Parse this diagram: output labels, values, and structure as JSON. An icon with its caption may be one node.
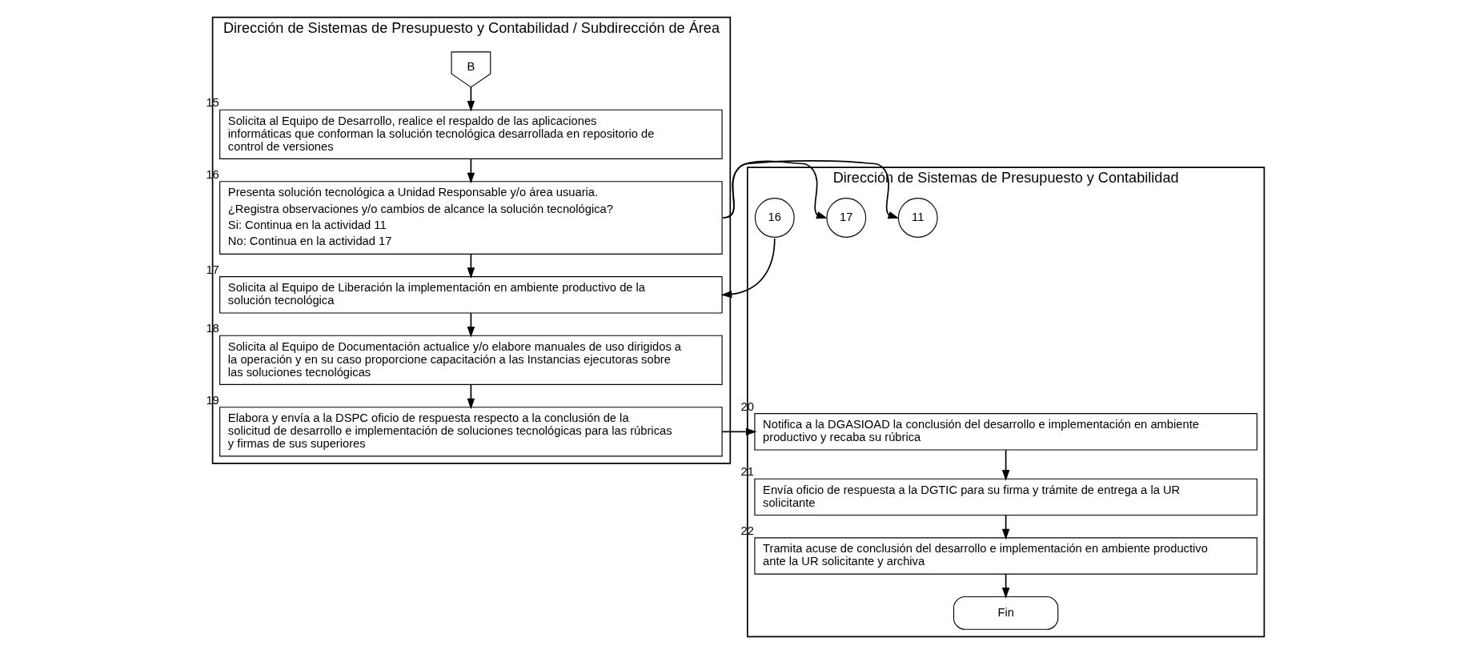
{
  "diagram": {
    "nodes": [
      {
        "text": [
          "Dirección de Sistemas de Presupuesto y Contabilidad / Subdirección de Área"
        ]
      },
      {
        "text": [
          "B"
        ],
        "in": 0
      },
      {
        "text": [
          "Solicita al Equipo de Desarrollo, realice el respaldo de las aplicaciones informáticas que conforman la solución tecnológica desarrollada en repositorio de control de versiones"
        ],
        "beside": [
          "15"
        ],
        "in": 0
      },
      {
        "text": [
          "Presenta solución tecnológica a Unidad Responsable y/o área usuaria.",
          "¿Registra observaciones y/o cambios de alcance la solución tecnológica?",
          "Si: Continua en la actividad 11",
          "No: Continua en la actividad 17"
        ],
        "beside": [
          "16"
        ],
        "in": 0
      },
      {
        "text": [
          "Solicita al Equipo de Liberación la implementación en ambiente productivo de la solución tecnológica"
        ],
        "beside": [
          "17"
        ],
        "in": 0
      },
      {
        "text": [
          "Solicita al Equipo de Documentación actualice y/o elabore manuales de uso dirigidos a la operación y en su caso proporcione capacitación a las Instancias ejecutoras sobre las soluciones tecnológicas"
        ],
        "beside": [
          "18"
        ],
        "in": 0
      },
      {
        "text": [
          "Elabora y envía a la DSPC oficio de respuesta respecto a la conclusión de la solicitud de desarrollo e implementación de soluciones tecnológicas para las rúbricas y firmas de sus superiores"
        ],
        "beside": [
          "19"
        ],
        "in": 0
      },
      {
        "text": [
          "Dirección de Sistemas de Presupuesto y Contabilidad"
        ]
      },
      {
        "text": [
          "11"
        ],
        "in": 7
      },
      {
        "text": [
          "17"
        ],
        "in": 7
      },
      {
        "text": [
          "16"
        ],
        "in": 7
      },
      {
        "text": [
          "Notifica a la DGASIOAD la conclusión del desarrollo e implementación en ambiente productivo y recaba su rúbrica"
        ],
        "beside": [
          "20"
        ],
        "in": 7
      },
      {
        "text": [
          "Envía oficio de respuesta a la DGTIC para su firma y trámite de entrega a la UR solicitante"
        ],
        "beside": [
          "21"
        ],
        "in": 7
      },
      {
        "text": [
          "Tramita acuse de conclusión del desarrollo e implementación en ambiente productivo ante la UR solicitante y archiva"
        ],
        "beside": [
          "22"
        ],
        "in": 7
      },
      {
        "text": [
          "Fin"
        ],
        "in": 7
      }
    ],
    "edges": [
      {
        "from": 1,
        "to": 2,
        "arrow": "to"
      },
      {
        "from": 2,
        "to": 3,
        "arrow": "to"
      },
      {
        "from": 3,
        "to": 8,
        "arrow": "to"
      },
      {
        "from": 3,
        "to": 9,
        "arrow": "to"
      },
      {
        "from": 3,
        "to": 4,
        "arrow": "to"
      },
      {
        "from": 10,
        "to": 4,
        "arrow": "to"
      },
      {
        "from": 4,
        "to": 5,
        "arrow": "to"
      },
      {
        "from": 5,
        "to": 6,
        "arrow": "to"
      },
      {
        "from": 6,
        "to": 11,
        "arrow": "to"
      },
      {
        "from": 11,
        "to": 12,
        "arrow": "to"
      },
      {
        "from": 12,
        "to": 13,
        "arrow": "to"
      },
      {
        "from": 13,
        "to": 14,
        "arrow": "to"
      }
    ]
  }
}
